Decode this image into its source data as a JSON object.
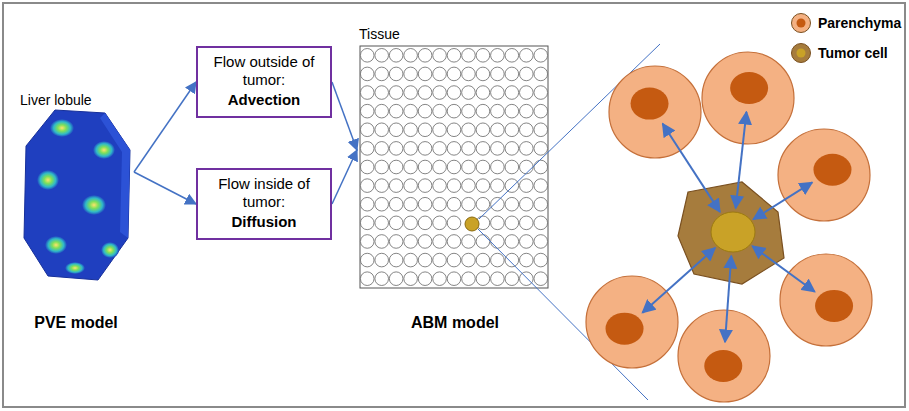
{
  "diagram": {
    "nodes": [
      {
        "text": [
          "Liver lobule",
          "PVE model"
        ]
      },
      {
        "text": [
          "Flow outside of tumor:",
          "Advection"
        ]
      },
      {
        "text": [
          "Flow inside of tumor:",
          "Diffusion"
        ]
      },
      {
        "text": [
          "Tissue",
          "ABM model"
        ]
      }
    ],
    "edges": [
      {
        "from": 0,
        "to": 1,
        "arrow": "to"
      },
      {
        "from": 0,
        "to": 2,
        "arrow": "to"
      },
      {
        "from": 1,
        "to": 3,
        "arrow": "to"
      },
      {
        "from": 2,
        "to": 3,
        "arrow": "to"
      }
    ],
    "legend": [
      {
        "text": "Parenchyma",
        "color": "#f4b183"
      },
      {
        "text": "Tumor cell",
        "color": "#a67c3d"
      }
    ]
  }
}
